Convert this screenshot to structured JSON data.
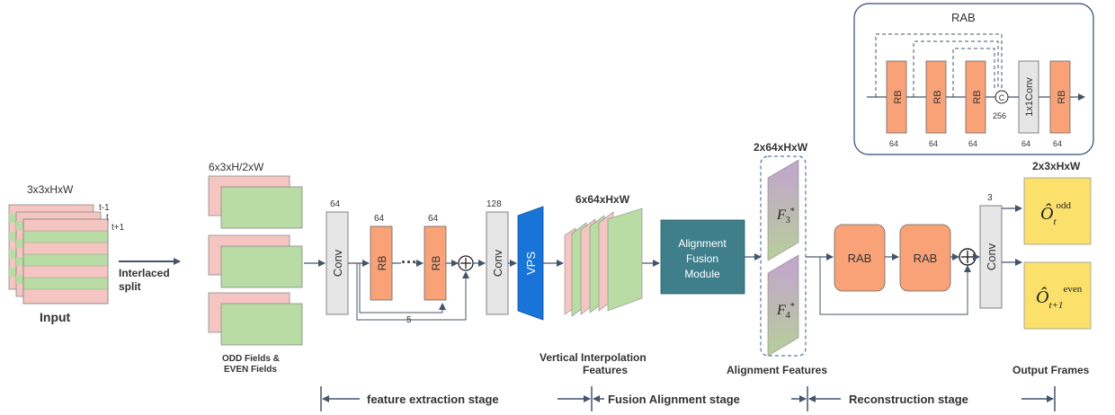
{
  "input": {
    "dims": "3x3xHxW",
    "t_minus": "t-1",
    "t": "t",
    "t_plus": "t+1",
    "label": "Input",
    "split_line1": "Interlaced",
    "split_line2": "split"
  },
  "fields": {
    "dims": "6x3xH/2xW",
    "label_line1": "ODD  Fields &",
    "label_line2": "EVEN  Fields"
  },
  "extraction": {
    "conv_label": "Conv",
    "conv_channels": "64",
    "rb_label": "RB",
    "rb1_channels": "64",
    "rb2_channels": "64",
    "dots": "···",
    "skip_count": "5",
    "conv2_label": "Conv",
    "conv2_channels": "128",
    "vps_label": "VPS"
  },
  "interp": {
    "dims": "6x64xHxW",
    "label_line1": "Vertical Interpolation",
    "label_line2": "Features"
  },
  "afm": {
    "line1": "Alignment",
    "line2": "Fusion",
    "line3": "Module"
  },
  "align": {
    "dims": "2x64xHxW",
    "f3_sub": "3",
    "f4_sub": "4",
    "label": "Alignment Features"
  },
  "recon": {
    "rab1": "RAB",
    "rab2": "RAB",
    "conv_label": "Conv",
    "conv_channels": "3"
  },
  "output": {
    "dims": "2x3xHxW",
    "sup_odd": "odd",
    "sup_even": "even",
    "sub_t": "t",
    "sub_t1": "t+1",
    "label": "Output Frames"
  },
  "rab_detail": {
    "title": "RAB",
    "rb_label": "RB",
    "conv_label": "1x1Conv",
    "concat": "C",
    "concat_channels": "256",
    "channels": [
      "64",
      "64",
      "64",
      "64",
      "64"
    ]
  },
  "stages": {
    "extraction": "feature extraction stage",
    "fusion": "Fusion Alignment stage",
    "reconstruction": "Reconstruction stage"
  },
  "colors": {
    "rb": "#f9a278",
    "field_pink": "#f5c6c1",
    "field_green": "#b8dca4",
    "vps": "#1874d8",
    "afm": "#3f7f8b",
    "output": "#fbe06b",
    "conv": "#e6e6e6",
    "arrow": "#44546a"
  }
}
